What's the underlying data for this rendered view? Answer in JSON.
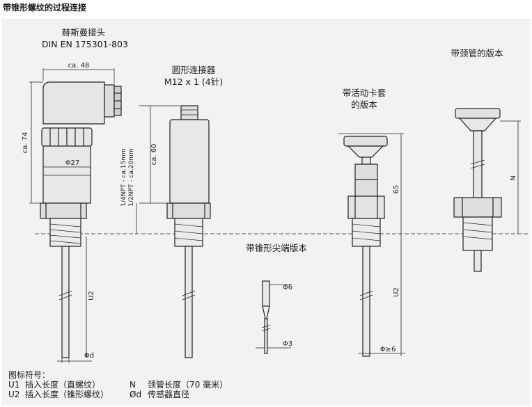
{
  "header": {
    "title": "带锥形螺纹的过程连接"
  },
  "labels": {
    "hirschmann_line1": "赫斯曼接头",
    "hirschmann_line2": "DIN EN 175301-803",
    "round_line1": "圆形连接器",
    "round_line2": "M12 x 1 (4针)",
    "compression_line1": "带活动卡套",
    "compression_line2": "的版本",
    "neck_version": "带颈管的版本",
    "tapered_tip": "带锥形尖端版本"
  },
  "dimensions": {
    "ca48": "ca. 48",
    "ca74": "ca. 74",
    "dia27": "Φ27",
    "ca60": "ca. 60",
    "npt14": "1/4NPT - ca.15mm",
    "npt12": "1/2NPT - ca.20mm",
    "u2": "U2",
    "phid": "Φd",
    "phi6": "Φ6",
    "phi3": "Φ3",
    "d65": "65",
    "phi_ge6": "Φ≥6",
    "n": "N"
  },
  "legend": {
    "heading": "图标符号：",
    "rows": [
      {
        "sym1": "U1",
        "desc1": "插入长度（直螺纹）",
        "sym2": "N",
        "desc2": "颈管长度（70 毫米）"
      },
      {
        "sym1": "U2",
        "desc1": "插入长度（锥形螺纹）",
        "sym2": "Ød",
        "desc2": "传感器直径"
      }
    ]
  }
}
